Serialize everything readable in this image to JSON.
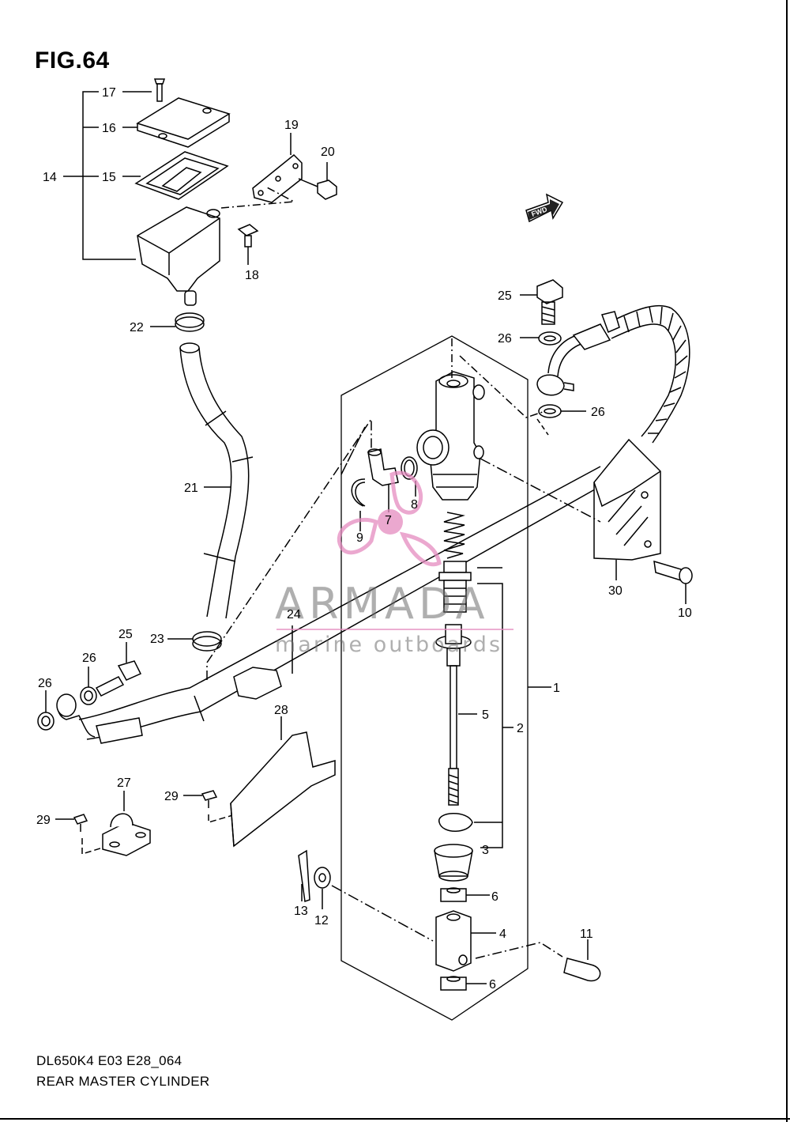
{
  "figure_title": "FIG.64",
  "footer": {
    "code": "DL650K4 E03 E28_064",
    "name": "REAR MASTER CYLINDER"
  },
  "fwd_badge": "FWD",
  "watermark": {
    "brand": "ARMADA",
    "tagline": "marine outboards",
    "logo_color": "#e58cc0"
  },
  "callouts": [
    "1",
    "2",
    "3",
    "4",
    "5",
    "6",
    "6",
    "7",
    "8",
    "9",
    "10",
    "11",
    "12",
    "13",
    "14",
    "15",
    "16",
    "17",
    "18",
    "19",
    "20",
    "21",
    "22",
    "23",
    "24",
    "25",
    "25",
    "26",
    "26",
    "26",
    "26",
    "27",
    "28",
    "29",
    "29",
    "30"
  ]
}
